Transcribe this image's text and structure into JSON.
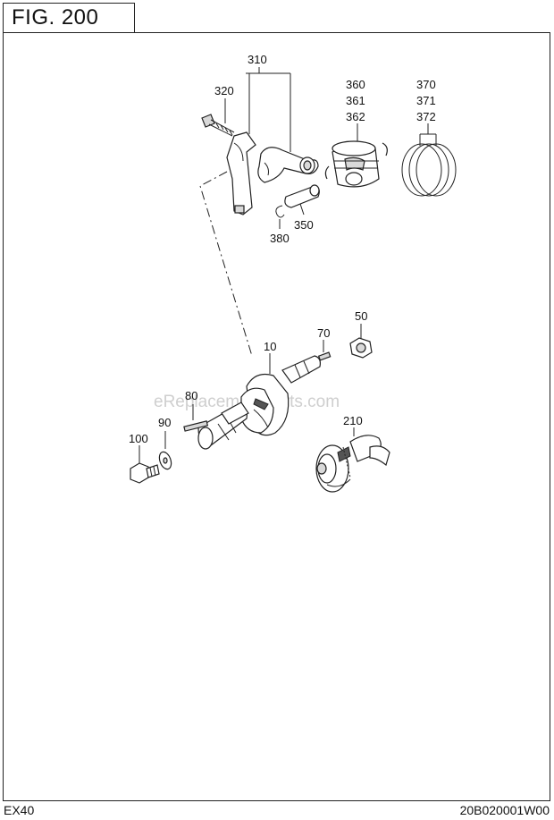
{
  "figure_label": "FIG. 200",
  "watermark": "eReplacementParts.com",
  "footer": {
    "model": "EX40",
    "code": "20B020001W00"
  },
  "callouts": {
    "c310": "310",
    "c320": "320",
    "c360": "360",
    "c361": "361",
    "c362": "362",
    "c370": "370",
    "c371": "371",
    "c372": "372",
    "c350": "350",
    "c380": "380",
    "c50": "50",
    "c70": "70",
    "c10": "10",
    "c80": "80",
    "c90": "90",
    "c100": "100",
    "c210": "210"
  }
}
